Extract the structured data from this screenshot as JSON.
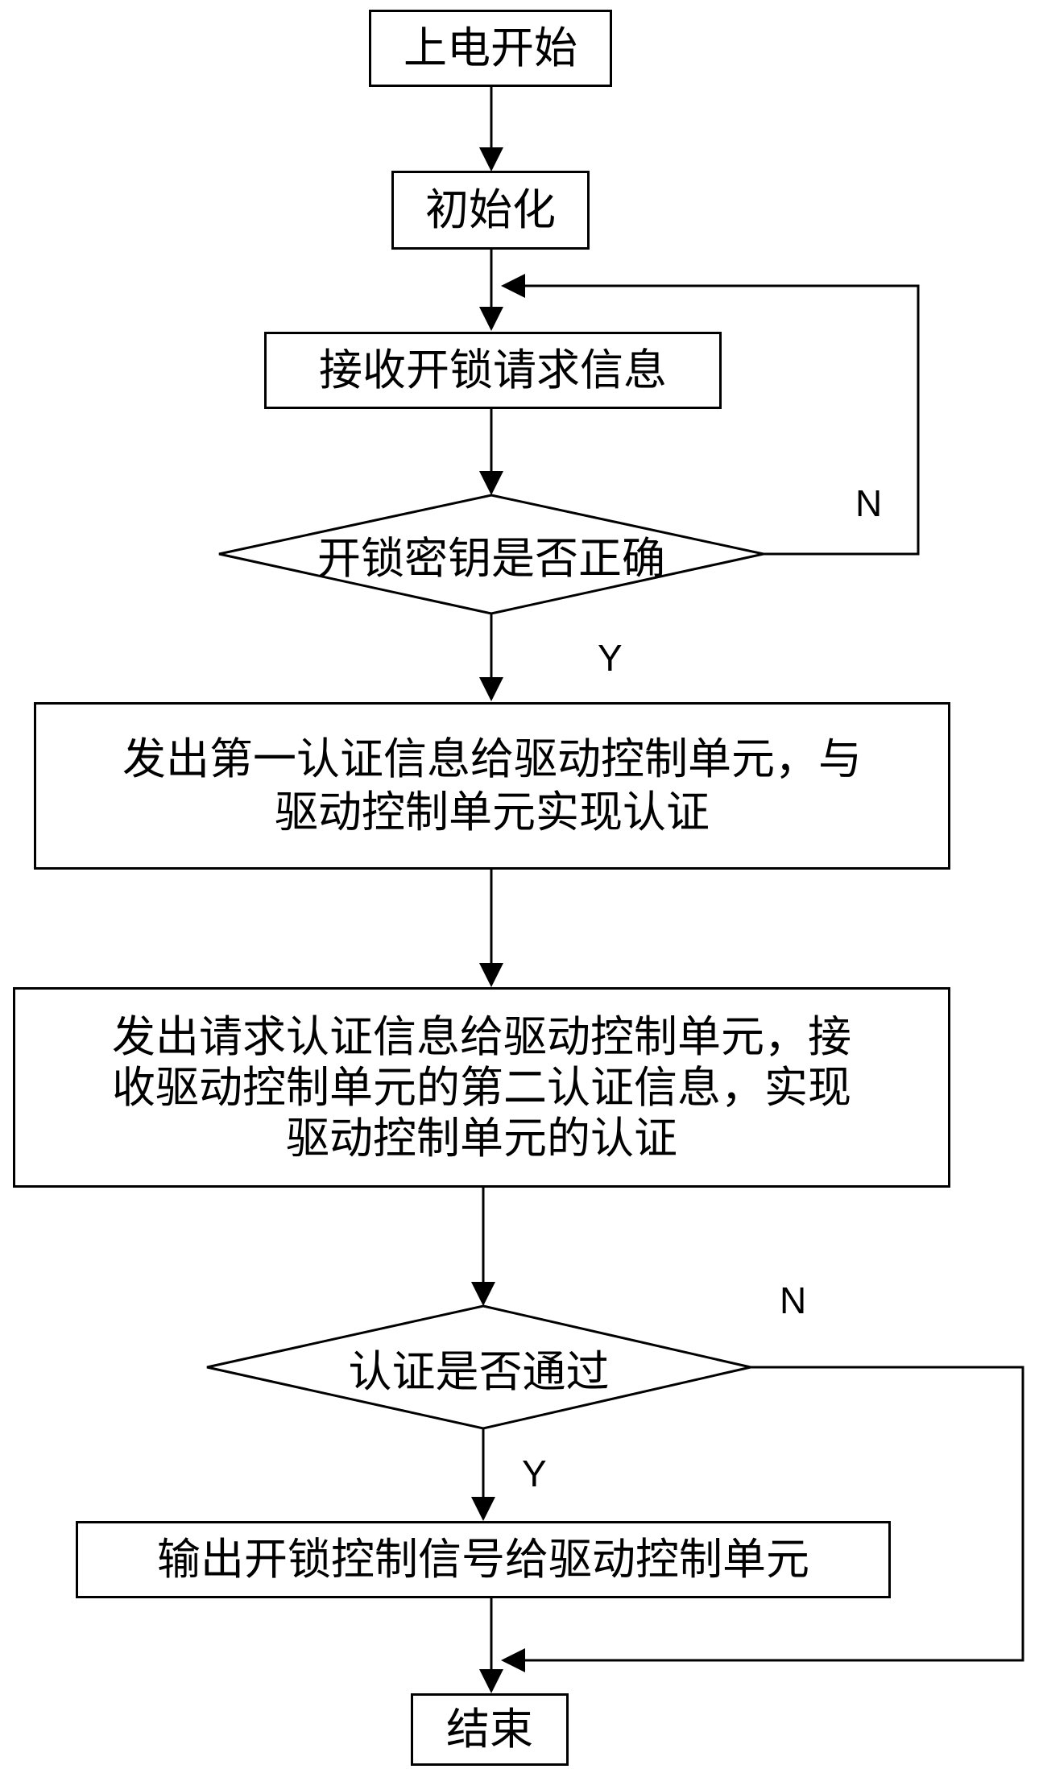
{
  "diagram": {
    "nodes": {
      "start": "上电开始",
      "init": "初始化",
      "receive": "接收开锁请求信息",
      "key_check": "开锁密钥是否正确",
      "first_auth": [
        "发出第一认证信息给驱动控制单元，与",
        "驱动控制单元实现认证"
      ],
      "second_auth": [
        "发出请求认证信息给驱动控制单元，接",
        "收驱动控制单元的第二认证信息，实现",
        "驱动控制单元的认证"
      ],
      "auth_check": "认证是否通过",
      "output": "输出开锁控制信号给驱动控制单元",
      "end": "结束"
    },
    "branch_labels": {
      "key_no": "N",
      "key_yes": "Y",
      "auth_no": "N",
      "auth_yes": "Y"
    }
  }
}
